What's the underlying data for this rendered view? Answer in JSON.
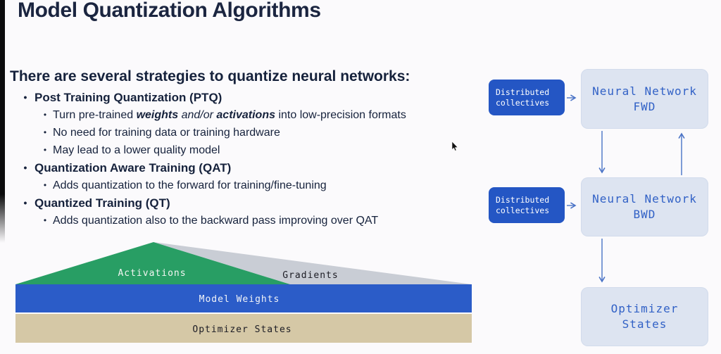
{
  "content": {
    "title": "Model Quantization Algorithms",
    "intro": "There are several strategies to quantize neural networks:",
    "ptq": {
      "heading": "Post Training Quantization (PTQ)",
      "line1": {
        "s1": "Turn pre-trained ",
        "s2": "weights",
        "s3": " and/or ",
        "s4": "activations",
        "s5": " into low-precision formats"
      },
      "line2": "No need for training data or training hardware",
      "line3": "May lead to a lower quality model"
    },
    "qat": {
      "heading": "Quantization Aware Training (QAT)",
      "line1": "Adds quantization to the forward for training/fine-tuning"
    },
    "qt": {
      "heading": "Quantized Training (QT)",
      "line1": "Adds quantization also to the backward pass improving over QAT"
    },
    "bullet_glyph": "•"
  },
  "memory_diagram": {
    "activations_label": "Activations",
    "gradients_label": "Gradients",
    "model_weights_label": "Model Weights",
    "optimizer_states_label": "Optimizer States",
    "colors": {
      "activations": "#289e64",
      "gradients": "#c9cdd5",
      "model_weights": "#2b5cc8",
      "optimizer_states": "#d5c8a6"
    }
  },
  "flow_diagram": {
    "collectives_top": "Distributed\ncollectives",
    "collectives_bottom": "Distributed\ncollectives",
    "fwd_label": "Neural Network\nFWD",
    "bwd_label": "Neural Network\nBWD",
    "optimizer_label": "Optimizer\nStates",
    "colors": {
      "collectives_fill": "#2456c4",
      "node_fill": "#dde4f1",
      "node_text": "#3161c6",
      "arrow": "#4a73c6"
    }
  }
}
